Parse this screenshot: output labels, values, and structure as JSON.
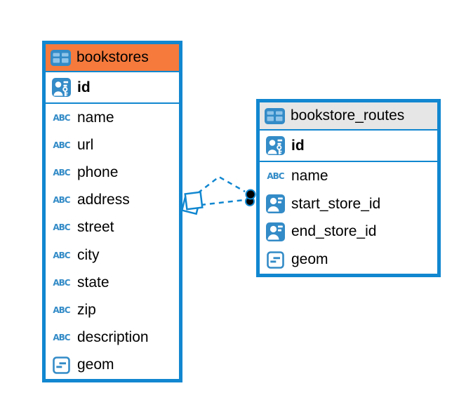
{
  "colors": {
    "border_blue": "#1187D0",
    "icon_blue": "#338BC7",
    "icon_cell_light_blue": "#8FC4E9",
    "header_orange": "#F57A3C",
    "header_gray": "#E6E6E6",
    "text": "#000000"
  },
  "icons": {
    "text_type_glyph": "ABC"
  },
  "tables": [
    {
      "name": "bookstores",
      "header_style": "orange",
      "header_icon": "table-icon",
      "primary_key": {
        "label": "id",
        "icon": "primary-key-person-icon"
      },
      "columns": [
        {
          "label": "name",
          "icon": "text-type-icon"
        },
        {
          "label": "url",
          "icon": "text-type-icon"
        },
        {
          "label": "phone",
          "icon": "text-type-icon"
        },
        {
          "label": "address",
          "icon": "text-type-icon"
        },
        {
          "label": "street",
          "icon": "text-type-icon"
        },
        {
          "label": "city",
          "icon": "text-type-icon"
        },
        {
          "label": "state",
          "icon": "text-type-icon"
        },
        {
          "label": "zip",
          "icon": "text-type-icon"
        },
        {
          "label": "description",
          "icon": "text-type-icon"
        },
        {
          "label": "geom",
          "icon": "geometry-type-icon"
        }
      ]
    },
    {
      "name": "bookstore_routes",
      "header_style": "gray",
      "header_icon": "table-icon",
      "primary_key": {
        "label": "id",
        "icon": "primary-key-person-icon"
      },
      "columns": [
        {
          "label": "name",
          "icon": "text-type-icon"
        },
        {
          "label": "start_store_id",
          "icon": "reference-person-icon"
        },
        {
          "label": "end_store_id",
          "icon": "reference-person-icon"
        },
        {
          "label": "geom",
          "icon": "geometry-type-icon"
        }
      ]
    }
  ],
  "relationship": {
    "from_table": "bookstores",
    "from_column": "id",
    "to_table": "bookstore_routes",
    "to_columns": [
      "start_store_id",
      "end_store_id"
    ],
    "line_style": "dashed"
  }
}
